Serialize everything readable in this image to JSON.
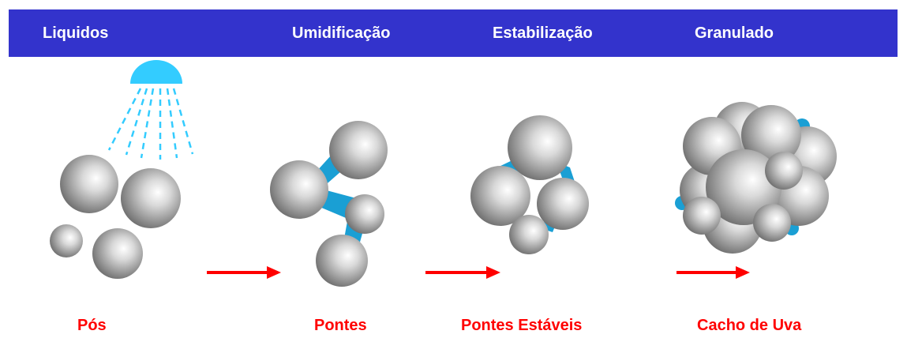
{
  "header": {
    "background_color": "#3333cc",
    "stages": [
      {
        "title": "Liquidos"
      },
      {
        "title": "Umidificação"
      },
      {
        "title": "Estabilização"
      },
      {
        "title": "Granulado"
      }
    ]
  },
  "labels": [
    {
      "text": "Pós"
    },
    {
      "text": "Pontes"
    },
    {
      "text": "Pontes Estáveis"
    },
    {
      "text": "Cacho de Uva"
    }
  ],
  "colors": {
    "label": "#ff0000",
    "arrow": "#ff0000",
    "liquid": "#1a9fd4",
    "shower_head": "#33ccff"
  },
  "icons": [
    "shower-icon",
    "arrow-right-icon"
  ]
}
